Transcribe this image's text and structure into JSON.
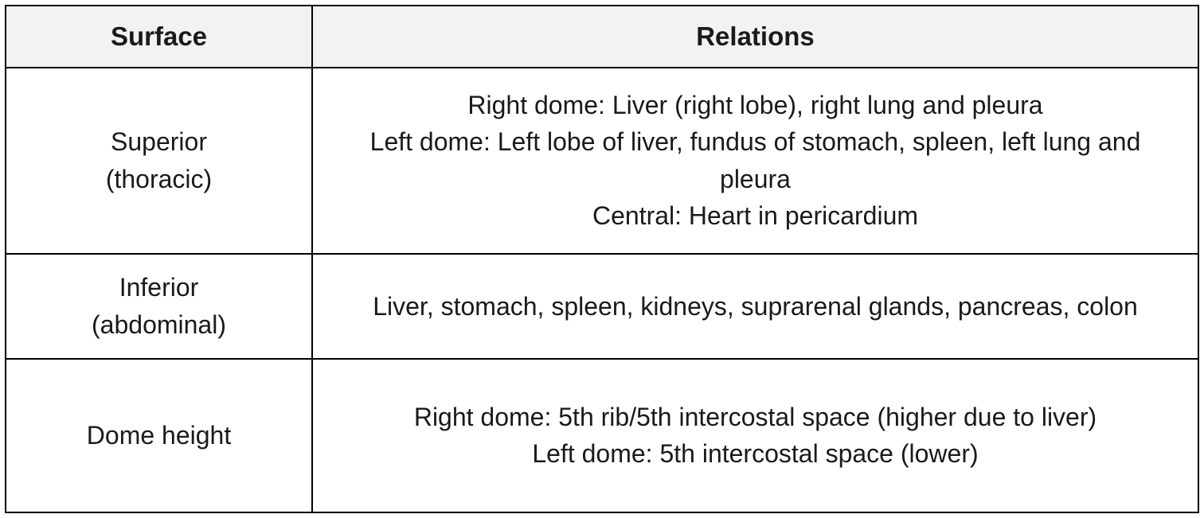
{
  "table": {
    "columns": [
      "Surface",
      "Relations"
    ],
    "rows": [
      {
        "surface": "Superior\n(thoracic)",
        "relations": "Right dome: Liver (right lobe), right lung and pleura\nLeft dome: Left lobe of liver, fundus of stomach, spleen, left lung and pleura\nCentral: Heart in pericardium"
      },
      {
        "surface": "Inferior\n(abdominal)",
        "relations": "Liver, stomach, spleen, kidneys, suprarenal glands, pancreas, colon"
      },
      {
        "surface": "Dome height",
        "relations": "Right dome: 5th rib/5th intercostal space (higher due to liver)\nLeft dome: 5th intercostal space (lower)"
      }
    ],
    "colors": {
      "header_background": "#f2f2f2",
      "border": "#000000",
      "text": "#1a1a1a",
      "body_background": "#ffffff"
    }
  }
}
